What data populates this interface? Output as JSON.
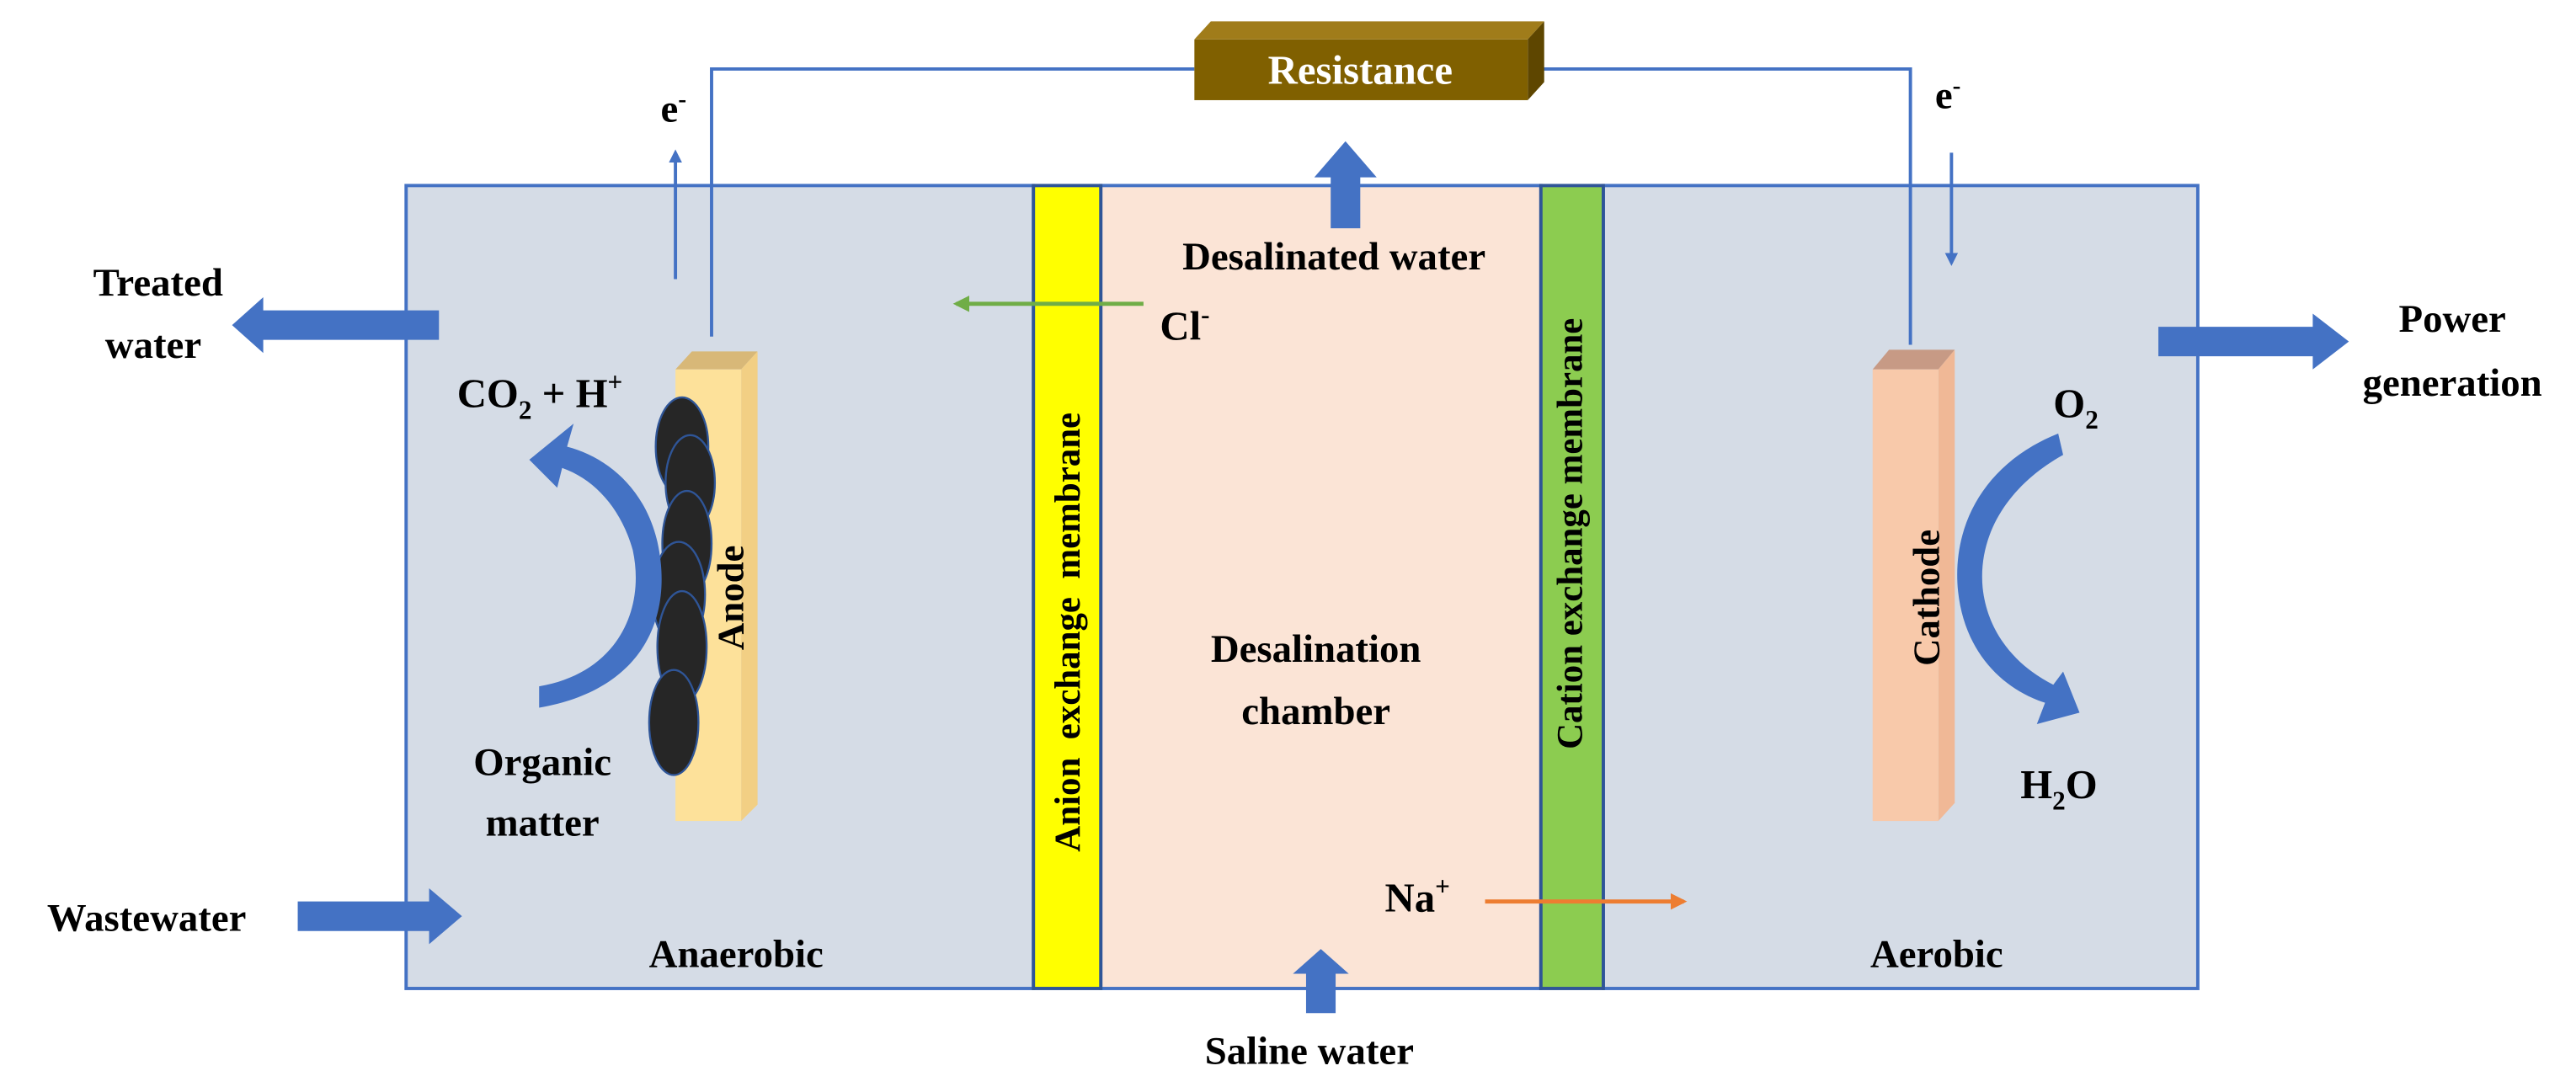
{
  "resistance": {
    "label": "Resistance"
  },
  "electrons": {
    "left": "e",
    "right": "e",
    "sign": "-"
  },
  "flows": {
    "treated_water": [
      "Treated",
      "water"
    ],
    "wastewater": "Wastewater",
    "power_generation": [
      "Power",
      "generation"
    ],
    "desalinated_water": "Desalinated water",
    "saline_water": "Saline water"
  },
  "ions": {
    "chloride": "Cl",
    "chloride_sign": "-",
    "sodium": "Na",
    "sodium_sign": "+"
  },
  "anode_chamber": {
    "electrode_label": "Anode",
    "product": {
      "co2": "CO",
      "co2_sub": "2",
      "plus": " + H",
      "h_sup": "+"
    },
    "substrate": [
      "Organic",
      "matter"
    ],
    "condition": "Anaerobic"
  },
  "membranes": {
    "anion": "Anion  exchange  membrane",
    "cation": "Cation exchange membrane"
  },
  "middle_chamber": {
    "label": [
      "Desalination",
      "chamber"
    ]
  },
  "cathode_chamber": {
    "electrode_label": "Cathode",
    "oxygen": "O",
    "oxygen_sub": "2",
    "water": {
      "h": "H",
      "sub": "2",
      "o": "O"
    },
    "condition": "Aerobic"
  },
  "colors": {
    "chamber": "#d5dce6",
    "middle": "#fbe4d6",
    "anion_membrane": "#ffff00",
    "cation_membrane": "#8ccc50",
    "anode": "#fde19a",
    "cathode": "#f8c9aa",
    "resistance": "#806000",
    "arrow_blue": "#4472c4",
    "wire": "#4472c4",
    "chloride_arrow": "#70ad47",
    "sodium_arrow": "#ed7d31",
    "bacteria": "#262626"
  }
}
